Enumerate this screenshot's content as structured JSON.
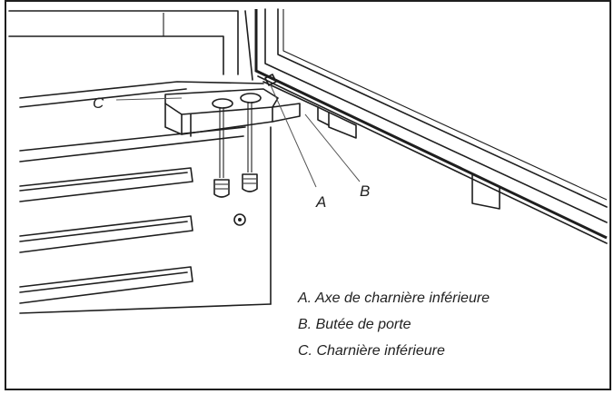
{
  "labels": {
    "a": "A",
    "b": "B",
    "c": "C"
  },
  "legend": [
    "A. Axe de charnière inférieure",
    "B. Butée de porte",
    "C. Charnière inférieure"
  ],
  "colors": {
    "line": "#1e1e1e",
    "background": "#ffffff",
    "text": "#222222"
  }
}
